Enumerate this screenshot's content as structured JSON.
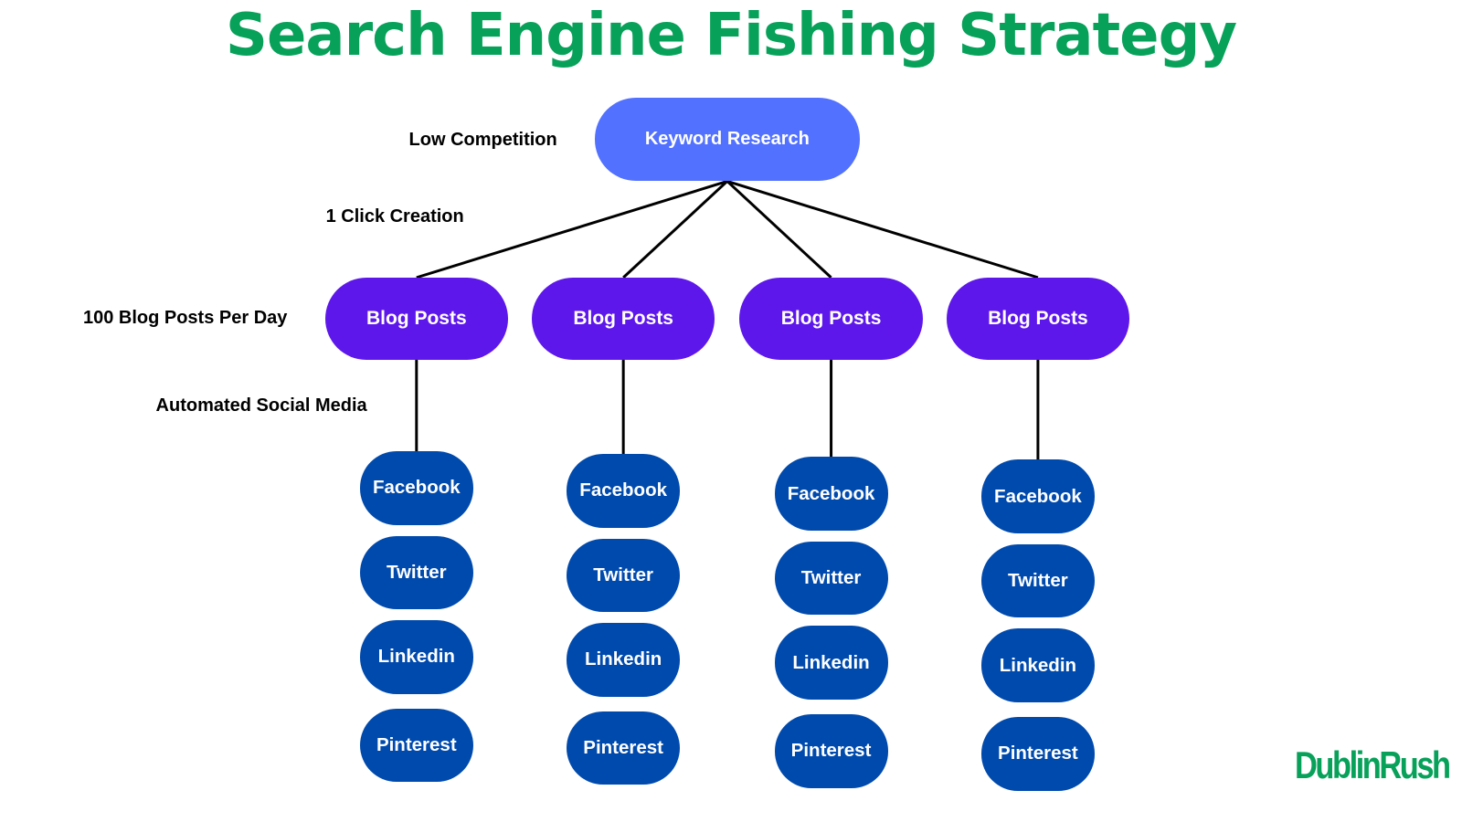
{
  "title": "Search Engine Fishing Strategy",
  "colors": {
    "title": "#07a15a",
    "root_node": "#5271ff",
    "blog_node": "#5e17eb",
    "social_node": "#004aad",
    "connector": "#000000",
    "brand": "#07a15a"
  },
  "root": {
    "label": "Keyword Research"
  },
  "side_labels": {
    "root_level": "Low Competition",
    "connector_level": "1 Click Creation",
    "blog_level": "100 Blog Posts Per Day",
    "social_level": "Automated Social Media"
  },
  "branches": [
    {
      "label": "Blog Posts",
      "children": [
        "Facebook",
        "Twitter",
        "Linkedin",
        "Pinterest"
      ]
    },
    {
      "label": "Blog Posts",
      "children": [
        "Facebook",
        "Twitter",
        "Linkedin",
        "Pinterest"
      ]
    },
    {
      "label": "Blog Posts",
      "children": [
        "Facebook",
        "Twitter",
        "Linkedin",
        "Pinterest"
      ]
    },
    {
      "label": "Blog Posts",
      "children": [
        "Facebook",
        "Twitter",
        "Linkedin",
        "Pinterest"
      ]
    }
  ],
  "brand": "DublinRush"
}
